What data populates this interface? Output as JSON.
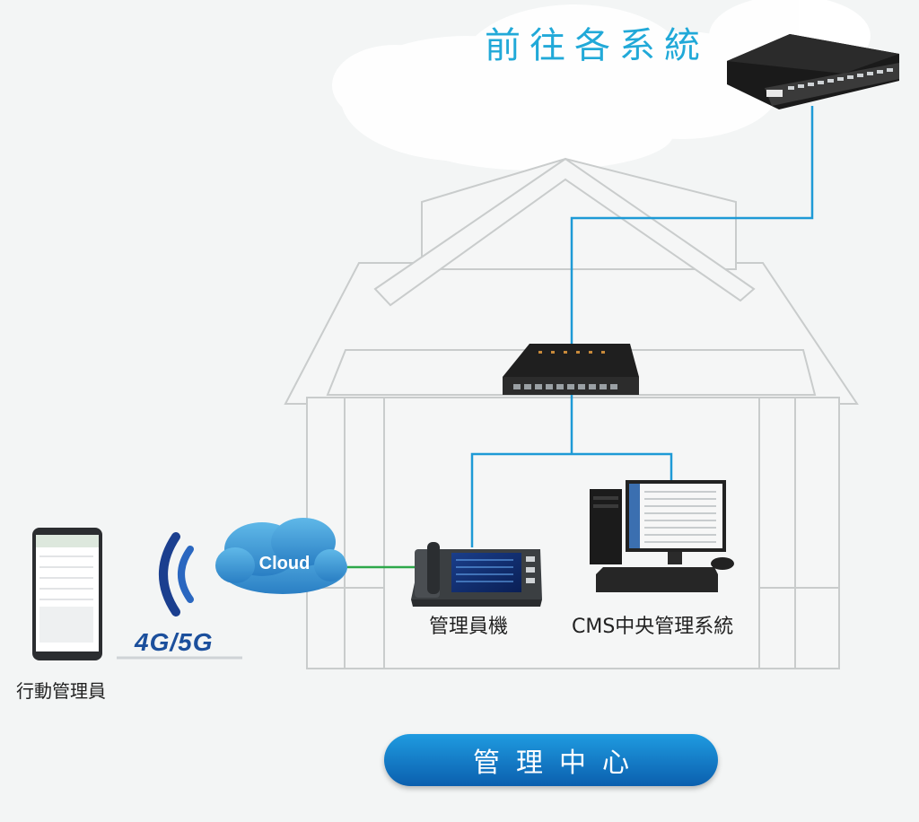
{
  "title": "前往各系統",
  "labels": {
    "cloud": "Cloud",
    "network": "4G/5G",
    "admin_unit": "管理員機",
    "cms": "CMS中央管理系統",
    "mobile_admin": "行動管理員"
  },
  "center_button": "管理中心",
  "colors": {
    "link_line": "#1e9ad6",
    "cloud_link": "#2ea84a",
    "title": "#21a9d8",
    "button": "#1478c8",
    "network_text": "#1b4f9c"
  }
}
